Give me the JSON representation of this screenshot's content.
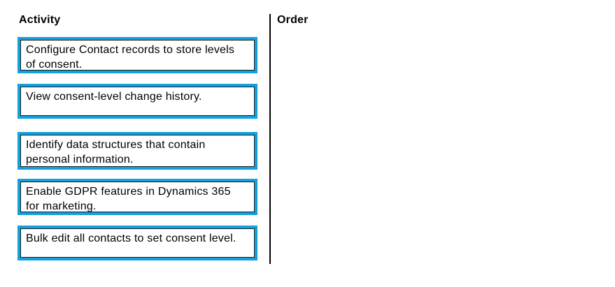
{
  "headings": {
    "activity": "Activity",
    "order": "Order"
  },
  "activities": [
    {
      "label": "Configure Contact records to store levels of consent.",
      "lines": [
        "Configure Contact records to store levels",
        "of consent."
      ]
    },
    {
      "label": "View consent-level change history.",
      "lines": [
        "View consent-level change history."
      ]
    },
    {
      "label": "Identify data structures that contain personal information.",
      "lines": [
        "Identify data structures that contain",
        "personal information."
      ]
    },
    {
      "label": "Enable GDPR features in Dynamics 365 for marketing.",
      "lines": [
        "Enable GDPR features in Dynamics 365",
        "for marketing."
      ]
    },
    {
      "label": "Bulk edit all contacts to set consent level.",
      "lines": [
        "Bulk edit all contacts to set consent level."
      ]
    }
  ],
  "colors": {
    "box_highlight": "#14A0DC",
    "box_inner_border": "#1a1a1a",
    "divider": "#000000",
    "text": "#000000"
  }
}
